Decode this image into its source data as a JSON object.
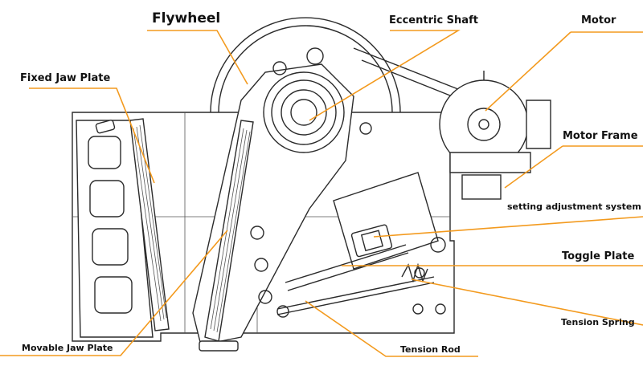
{
  "labels": {
    "flywheel": "Flywheel",
    "eccentric_shaft": "Eccentric Shaft",
    "motor": "Motor",
    "fixed_jaw_plate": "Fixed Jaw Plate",
    "motor_frame": "Motor Frame",
    "setting_adjustment_system": "setting adjustment system",
    "toggle_plate": "Toggle Plate",
    "tension_spring": "Tension Spring",
    "movable_jaw_plate": "Movable Jaw Plate",
    "tension_rod": "Tension Rod"
  },
  "colors": {
    "leader": "#f39a1e",
    "line": "#2b2b2b",
    "text": "#111111"
  }
}
